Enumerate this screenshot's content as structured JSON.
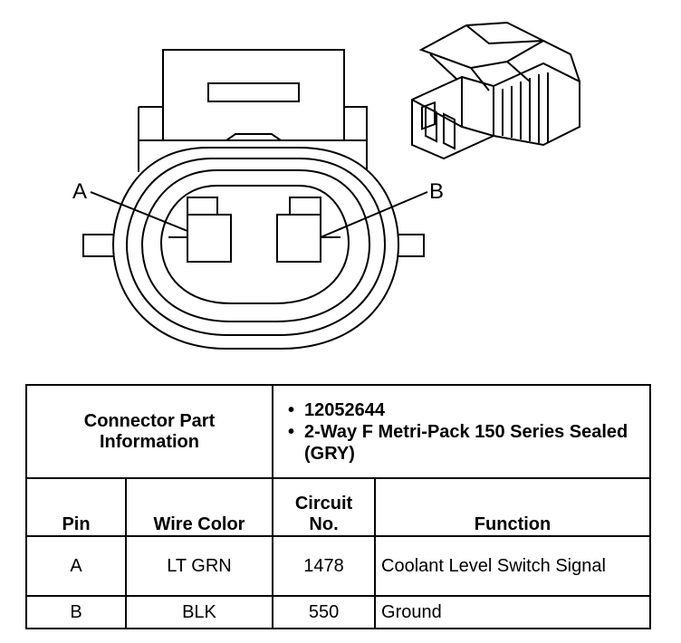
{
  "pins": {
    "a_label": "A",
    "b_label": "B"
  },
  "connector_info": {
    "label": "Connector Part Information",
    "items": [
      "12052644",
      "2-Way F Metri-Pack 150 Series Sealed (GRY)"
    ]
  },
  "table": {
    "headers": [
      "Pin",
      "Wire Color",
      "Circuit No.",
      "Function"
    ],
    "rows": [
      {
        "pin": "A",
        "wire_color": "LT GRN",
        "circuit": "1478",
        "function": "Coolant Level Switch Signal"
      },
      {
        "pin": "B",
        "wire_color": "BLK",
        "circuit": "550",
        "function": "Ground"
      }
    ]
  }
}
